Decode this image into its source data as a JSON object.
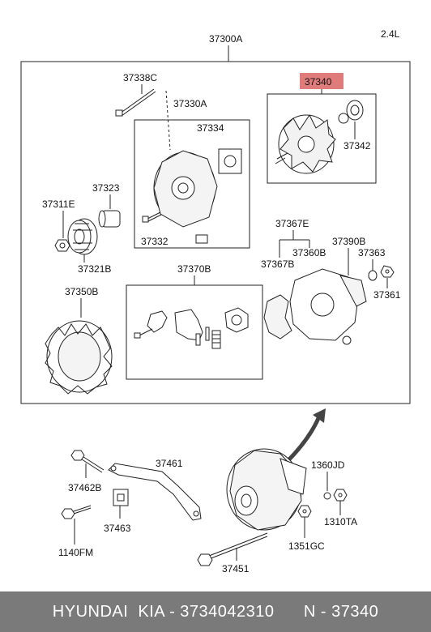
{
  "engine": "2.4L",
  "parts": {
    "alternator_assy": "37300A",
    "bolt_through": "37338C",
    "front_bracket_assy": "37330A",
    "front_bearing": "37334",
    "rotor_assy": "37340",
    "rear_bearing": "37342",
    "pulley_spacer": "37323",
    "pulley_nut": "37311E",
    "pulley": "37321B",
    "bolt_front": "37332",
    "regulator_assy": "37370B",
    "stator_assy": "37350B",
    "rectifier_group": "37367E",
    "rectifier_b": "37367B",
    "rear_bracket": "37360B",
    "rear_cover": "37390B",
    "terminal_insulator": "37363",
    "terminal_nut": "37361",
    "adjust_bolt": "37462B",
    "brace": "37461",
    "brace_block": "37463",
    "mount_bolt_small": "1140FM",
    "mount_bolt_long": "37451",
    "nut_1360": "1360JD",
    "nut_1310": "1310TA",
    "nut_1351": "1351GC"
  },
  "highlight_color": "#e07b7b",
  "footer": {
    "text": "HYUNDAI  KIA - 3734042310      N - 37340"
  }
}
